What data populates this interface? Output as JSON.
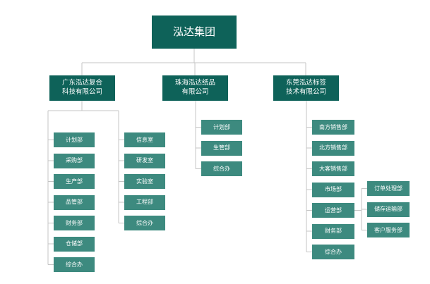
{
  "colors": {
    "root": "#0e6259",
    "dept": "#3d8a7f",
    "line": "#c4c4c4"
  },
  "root": "泓达集团",
  "companies": [
    {
      "name": "广东泓达复合\n科技有限公司",
      "depts_col1": [
        "计划部",
        "采购部",
        "生产部",
        "品管部",
        "财务部",
        "仓储部",
        "综合办"
      ],
      "depts_col2": [
        "信息室",
        "研发室",
        "实验室",
        "工程部",
        "综合办"
      ]
    },
    {
      "name": "珠海泓达纸品\n有限公司",
      "depts": [
        "计划部",
        "生管部",
        "综合办"
      ]
    },
    {
      "name": "东莞泓达标签\n技术有限公司",
      "depts": [
        "南方销售部",
        "北方销售部",
        "大客销售部",
        "市场部",
        "运营部",
        "财务部",
        "综合办"
      ],
      "ops_children": [
        "订单处理部",
        "储存运输部",
        "客户服务部"
      ]
    }
  ]
}
